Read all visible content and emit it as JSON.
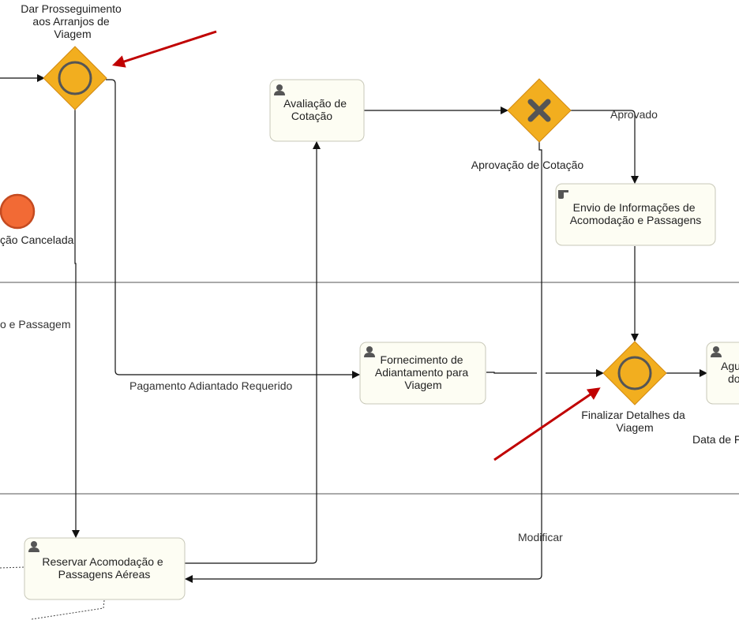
{
  "lanes": {
    "lane2_label": "o e Passagem"
  },
  "events": {
    "cancel_event_label": "ção Cancelada"
  },
  "gateways": {
    "proceed_label_lines": [
      "Dar Prosseguimento",
      "aos Arranjos de",
      "Viagem"
    ],
    "quote_approval_label": "Aprovação de Cotação",
    "finalize_label_lines": [
      "Finalizar Detalhes da",
      "Viagem"
    ]
  },
  "tasks": {
    "quote_review_lines": [
      "Avaliação de",
      "Cotação"
    ],
    "send_info_lines": [
      "Envio de Informações de",
      "Acomodação e Passagens"
    ],
    "advance_lines": [
      "Fornecimento de",
      "Adiantamento para",
      "Viagem"
    ],
    "book_lines": [
      "Reservar Acomodação e",
      "Passagens Aéreas"
    ],
    "await_lines": [
      "Agu",
      "do"
    ]
  },
  "flows": {
    "approved_label": "Aprovado",
    "advance_required_label": "Pagamento Adiantado Requerido",
    "modify_label": "Modificar",
    "date_label": "Data de F"
  },
  "colors": {
    "gateway_fill": "#f2ae1f",
    "cancel_event_fill": "#f26a35",
    "annotation_arrow": "#c00000"
  }
}
